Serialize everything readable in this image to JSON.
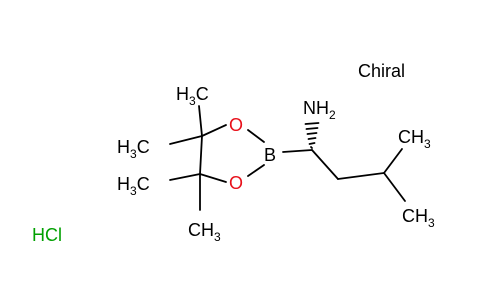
{
  "colors": {
    "carbon": "#000000",
    "oxygen": "#e8101a",
    "boron": "#000000",
    "nitrogen": "#000000",
    "chlorine": "#00a000",
    "background": "#ffffff"
  },
  "labels": {
    "chiral": "Chiral",
    "hcl": "HCl",
    "amine": {
      "symbol": "NH",
      "sub": "2"
    },
    "boron": "B",
    "oxygen_top": "O",
    "oxygen_bottom": "O",
    "methyl_top_h": "H",
    "methyl_top_c": "C",
    "methyl_top_n": "3",
    "methyl_ring_upper": {
      "prefix": "H",
      "sub": "3",
      "suffix": "C"
    },
    "methyl_ring_lower": {
      "prefix": "H",
      "sub": "3",
      "suffix": "C"
    },
    "methyl_bottom_c": "CH",
    "methyl_bottom_n": "3",
    "methyl_right_upper_c": "CH",
    "methyl_right_upper_n": "3",
    "methyl_right_lower_c": "CH",
    "methyl_right_lower_n": "3"
  }
}
